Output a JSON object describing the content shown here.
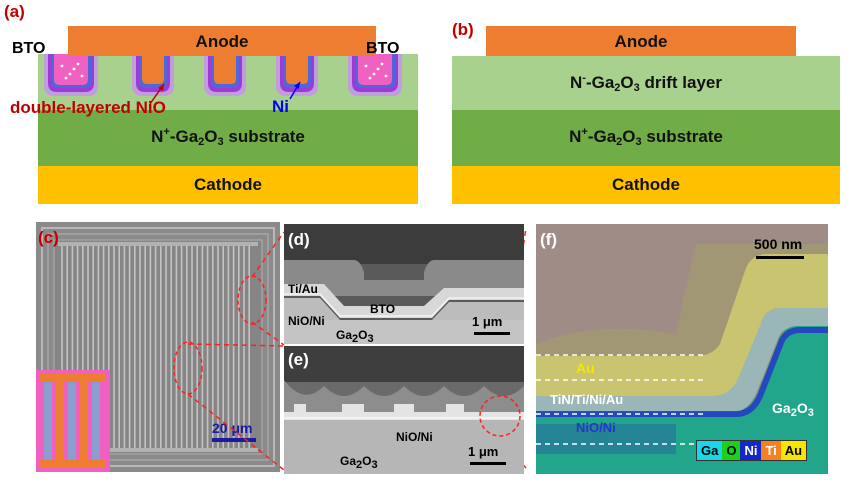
{
  "panel_a": {
    "label": "(a)",
    "anode": "Anode",
    "cathode": "Cathode",
    "bto_left": "BTO",
    "bto_right": "BTO",
    "nio_label": "double-layered NiO",
    "ni_label": "Ni",
    "substrate_prefix": "N",
    "substrate_sup": "+",
    "substrate_mid": "-Ga",
    "substrate_sub1": "2",
    "substrate_o": "O",
    "substrate_sub2": "3",
    "substrate_suffix": " substrate"
  },
  "panel_b": {
    "label": "(b)",
    "anode": "Anode",
    "cathode": "Cathode",
    "drift_prefix": "N",
    "drift_sup": "-",
    "drift_mid": "-Ga",
    "drift_sub1": "2",
    "drift_o": "O",
    "drift_sub2": "3",
    "drift_suffix": " drift layer",
    "substrate_prefix": "N",
    "substrate_sup": "+",
    "substrate_mid": "-Ga",
    "substrate_sub1": "2",
    "substrate_o": "O",
    "substrate_sub2": "3",
    "substrate_suffix": " substrate"
  },
  "panel_c": {
    "label": "(c)",
    "scale_bar": "20 μm"
  },
  "panel_d": {
    "label": "(d)",
    "tiau": "Ti/Au",
    "bto": "BTO",
    "nioni": "NiO/Ni",
    "ga2o3_prefix": "Ga",
    "ga2o3_sub1": "2",
    "ga2o3_o": "O",
    "ga2o3_sub2": "3",
    "scale_bar": "1 μm"
  },
  "panel_e": {
    "label": "(e)",
    "nioni": "NiO/Ni",
    "ga2o3_prefix": "Ga",
    "ga2o3_sub1": "2",
    "ga2o3_o": "O",
    "ga2o3_sub2": "3",
    "scale_bar": "1 μm"
  },
  "panel_f": {
    "label": "(f)",
    "scale_bar": "500 nm",
    "au": "Au",
    "tin_stack": "TiN/Ti/Ni/Au",
    "nioni": "NiO/Ni",
    "ga2o3_prefix": "Ga",
    "ga2o3_sub1": "2",
    "ga2o3_o": "O",
    "ga2o3_sub2": "3",
    "legend": [
      {
        "label": "Ga",
        "color": "#19d7e6"
      },
      {
        "label": "O",
        "color": "#19d219"
      },
      {
        "label": "Ni",
        "color": "#1428c8"
      },
      {
        "label": "Ti",
        "color": "#f58220"
      },
      {
        "label": "Au",
        "color": "#f5e600"
      }
    ]
  },
  "colors": {
    "anode": "#ed7d31",
    "cathode": "#ffc000",
    "drift": "#a9d18e",
    "substrate": "#70ad47",
    "label_red": "#c00000",
    "nio_purple": "#7030a0",
    "ni_blue": "#0000ff"
  }
}
